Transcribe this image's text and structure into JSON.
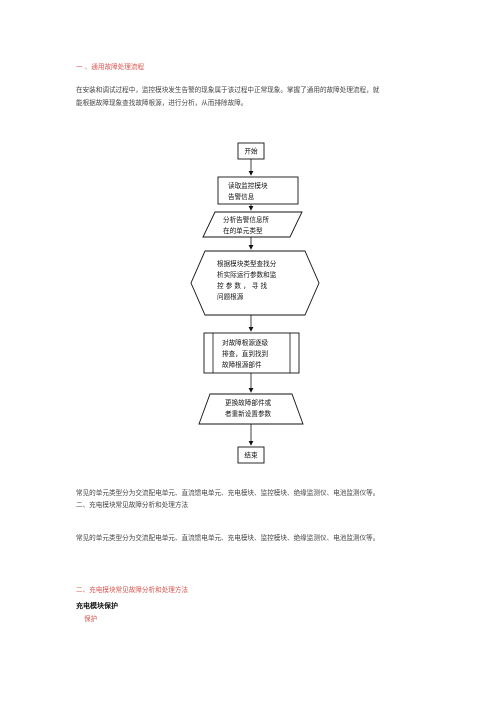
{
  "section1": {
    "heading": "一 、通用故障处理流程",
    "intro_line1": "在安装和调试过程中，监控模块发生告警的现象属于该过程中正常现象。掌握了通用的故障处理流程，就",
    "intro_line2": "能根据故障现象查找故障根源，进行分析，从而排除故障。"
  },
  "flowchart": {
    "start": "开始",
    "step1_line1": "读取监控模块",
    "step1_line2": "告警信息",
    "step2_line1": "分析告警信息所",
    "step2_line2": "在的单元类型",
    "step3_line1": "根据模块类型查找分",
    "step3_line2": "析实际运行参数和监",
    "step3_line3": "控 参 数 ， 寻 找",
    "step3_line4": "问题根源",
    "step4_line1": "对故障根源逐级",
    "step4_line2": "排查，直到找到",
    "step4_line3": "故障根源部件",
    "step5_line1": "更换故障部件或",
    "step5_line2": "者重新设置参数",
    "end": "结束"
  },
  "units_text_1": "常见的单元类型分为交流配电单元、直流馈电单元、充电模块、监控模块、绝缘监测仪、电池监测仪等。",
  "section2": {
    "heading": "二、充电模块常见故障分析和处理方法",
    "units_text": "常见的单元类型分为交流配电单元、直流馈电单元、充电模块、监控模块、绝缘监测仪、电池监测仪等。"
  },
  "section3": {
    "heading": "二、充电模块常见故障分析和处理方法",
    "sub_heading": "充电模块保护",
    "item": "保护"
  },
  "colors": {
    "heading_red": "#d9534f",
    "body_text": "#444444",
    "line": "#111111"
  }
}
